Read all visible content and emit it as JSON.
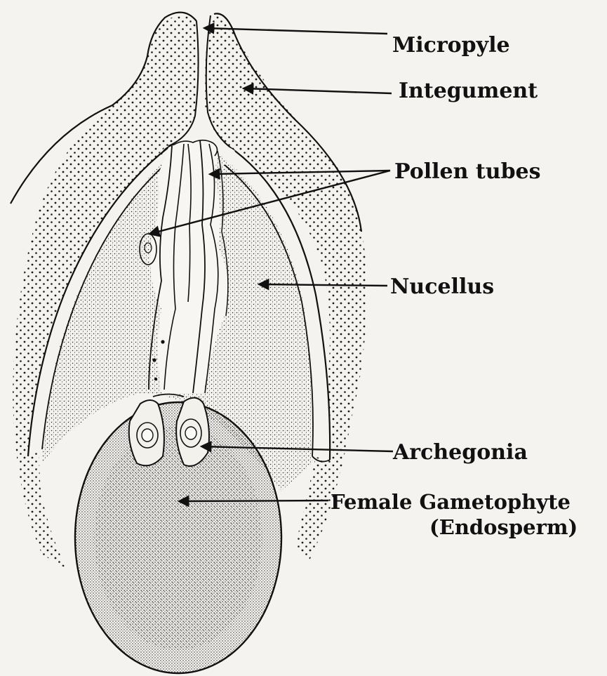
{
  "colors": {
    "background": "#f4f3ef",
    "ink": "#111111",
    "stipple": "#1a1a1a"
  },
  "labels": {
    "micropyle": "Micropyle",
    "integument": "Integument",
    "pollen_tubes": "Pollen tubes",
    "nucellus": "Nucellus",
    "archegonia": "Archegonia",
    "female_gametophyte": "Female Gametophyte",
    "endosperm": "(Endosperm)"
  }
}
